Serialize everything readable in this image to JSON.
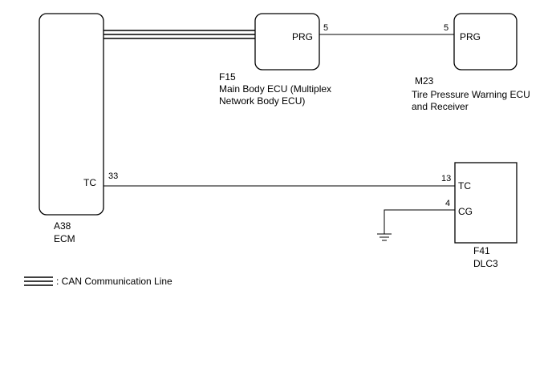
{
  "components": {
    "ecm": {
      "code": "A38",
      "name": "ECM",
      "pin_tc_label": "TC",
      "pin_tc_number": "33"
    },
    "main_body_ecu": {
      "code": "F15",
      "name_line1": "Main Body ECU (Multiplex",
      "name_line2": "Network Body ECU)",
      "pin_label": "PRG",
      "pin_number": "5"
    },
    "tpms_ecu": {
      "code": "M23",
      "name_line1": "Tire Pressure Warning ECU",
      "name_line2": "and Receiver",
      "pin_label": "PRG",
      "pin_number": "5"
    },
    "dlc3": {
      "code": "F41",
      "name": "DLC3",
      "pin_tc_label": "TC",
      "pin_tc_number": "13",
      "pin_cg_label": "CG",
      "pin_cg_number": "4"
    }
  },
  "legend": {
    "can_line_label": ": CAN Communication Line"
  },
  "colors": {
    "line": "#000000",
    "background": "#ffffff"
  }
}
